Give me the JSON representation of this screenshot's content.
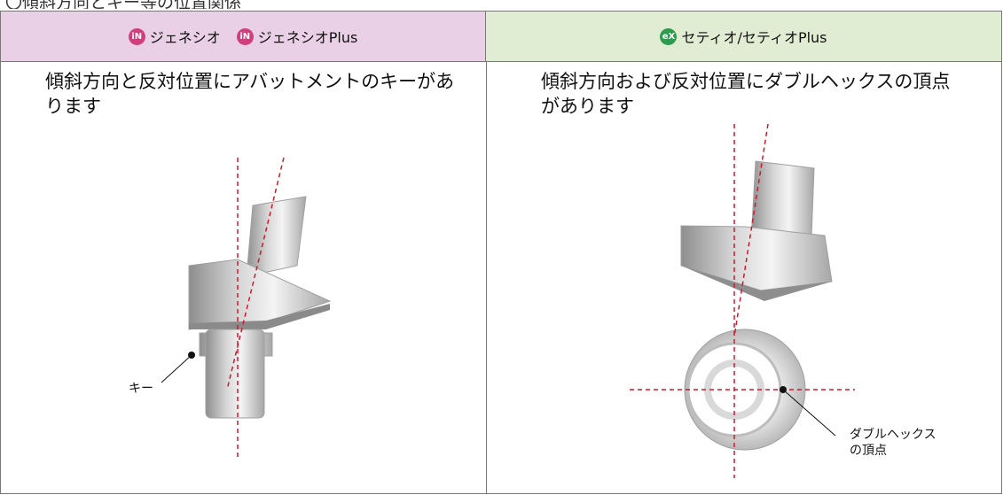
{
  "header_left": {
    "product1": "ジェネシオ",
    "product2": "ジェネシオPlus",
    "badge1": "iN",
    "badge2": "iN"
  },
  "header_right": {
    "product": "セティオ/セティオPlus",
    "badge": "eX"
  },
  "left": {
    "description": "傾斜方向と反対位置にアバットメントのキーがあります",
    "callout": "キー"
  },
  "right": {
    "description": "傾斜方向および反対位置にダブルヘックスの頂点があります",
    "callout_line1": "ダブルヘックス",
    "callout_line2": "の頂点"
  },
  "colors": {
    "left_header_bg": "#ead0e6",
    "right_header_bg": "#e1edd2",
    "badge_genesio": "#cf3f7c",
    "badge_setio": "#2d9a4e",
    "axis_line": "#d0182b"
  }
}
